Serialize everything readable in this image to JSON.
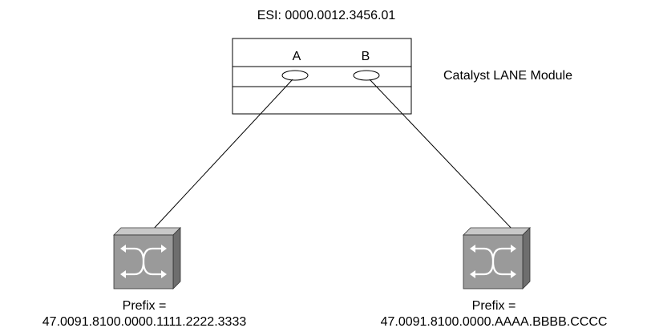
{
  "module": {
    "esi_label": "ESI: 0000.0012.3456.01",
    "name": "Catalyst LANE Module",
    "port_a": "A",
    "port_b": "B"
  },
  "switches": [
    {
      "prefix_label": "Prefix =",
      "prefix_value": "47.0091.8100.0000.1111.2222.3333",
      "icon": "atm-switch-icon"
    },
    {
      "prefix_label": "Prefix =",
      "prefix_value": "47.0091.8100.0000.AAAA.BBBB.CCCC",
      "icon": "atm-switch-icon"
    }
  ],
  "colors": {
    "switch_face": "#9a9a9a",
    "switch_top": "#c8c8c8",
    "switch_side": "#6e6e6e",
    "line": "#000000"
  }
}
